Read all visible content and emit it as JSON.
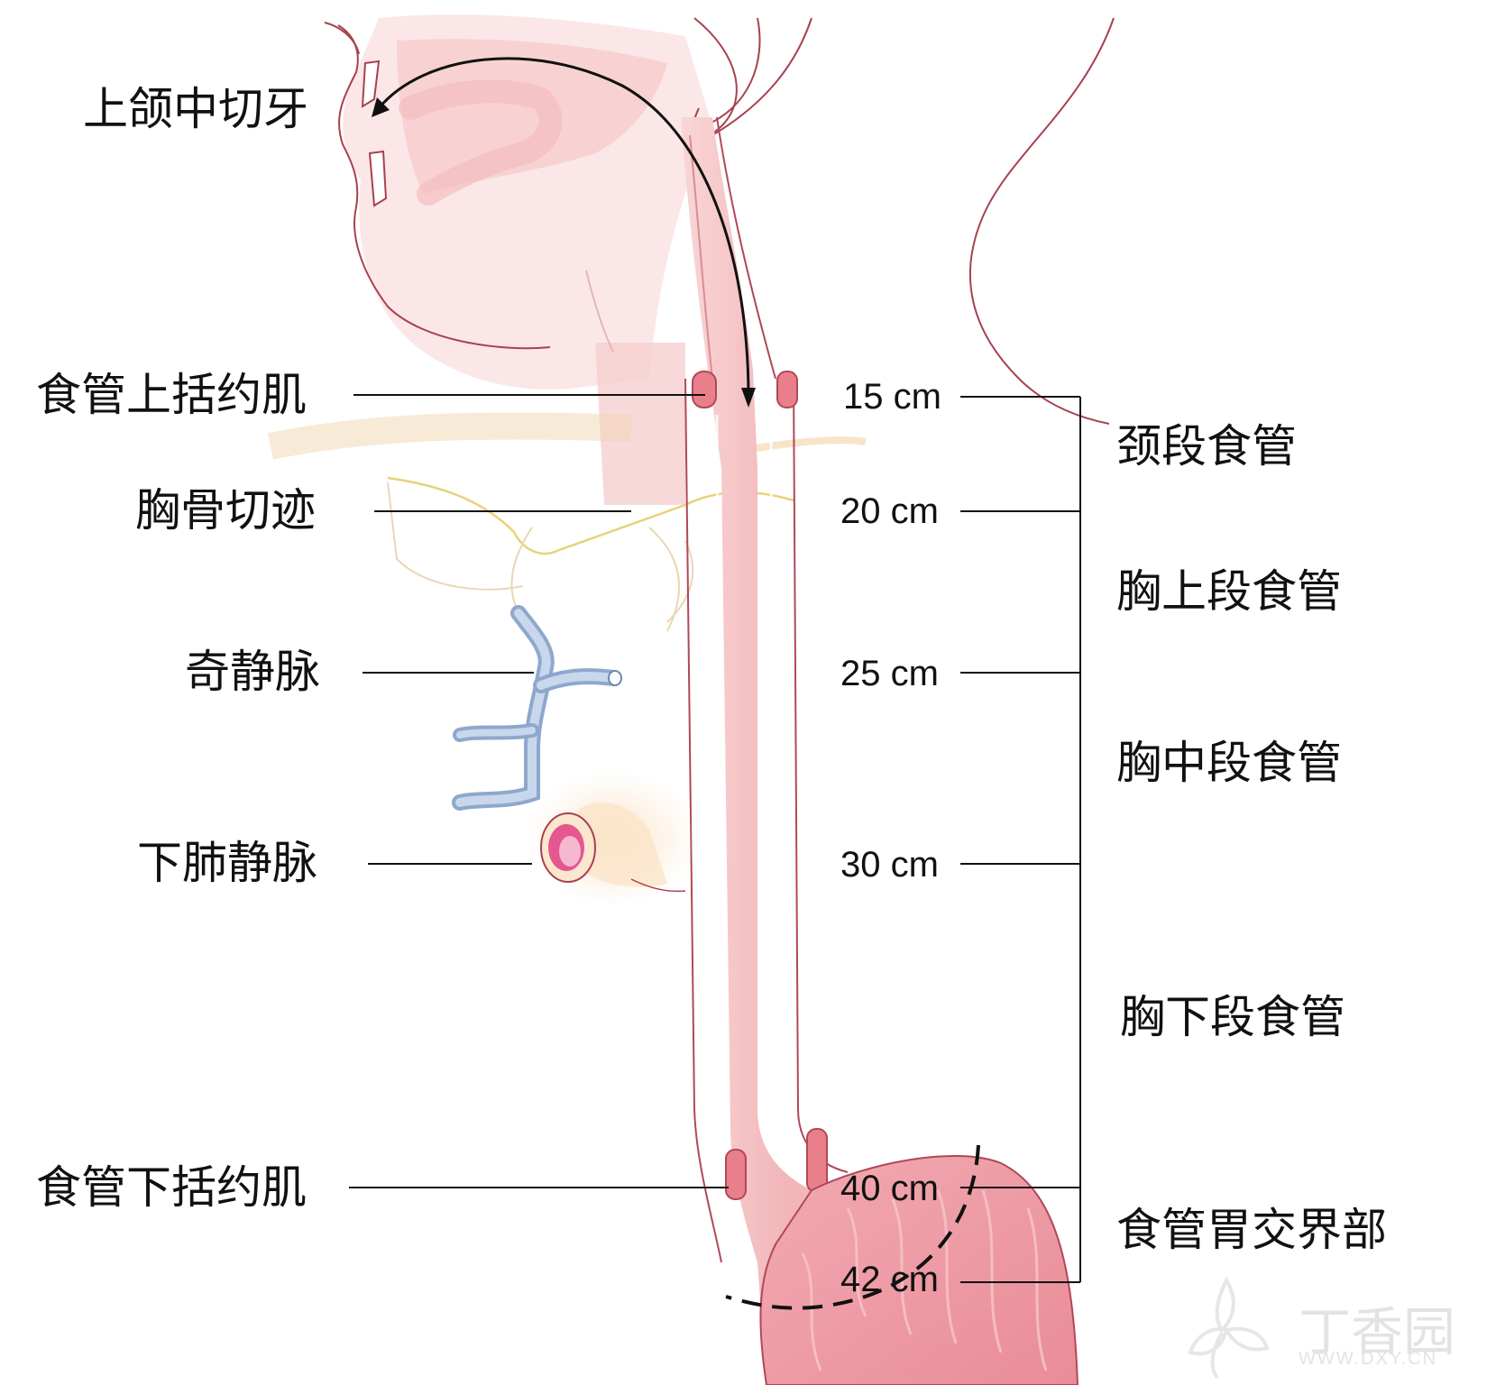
{
  "left_labels": {
    "incisor": "上颌中切牙",
    "ues": "食管上括约肌",
    "sternal_notch": "胸骨切迹",
    "azygos": "奇静脉",
    "pulmonary_vein": "下肺静脉",
    "les": "食管下括约肌"
  },
  "depth_marks": [
    "15 cm",
    "20 cm",
    "25 cm",
    "30 cm",
    "40 cm",
    "42 cm"
  ],
  "segments": {
    "cervical": "颈段食管",
    "upper_thoracic": "胸上段食管",
    "middle_thoracic": "胸中段食管",
    "lower_thoracic": "胸下段食管",
    "ej_junction": "食管胃交界部"
  },
  "watermark": {
    "brand": "丁香园",
    "url": "WWW.DXY.CN"
  },
  "colors": {
    "esophagus": "#f4b8b8",
    "esophagus_wall": "#e89a9e",
    "outline": "#b0485a",
    "stomach": "#ec9aa3",
    "vein": "#a9bfdc",
    "bone_yellow": "#e8d27a"
  }
}
